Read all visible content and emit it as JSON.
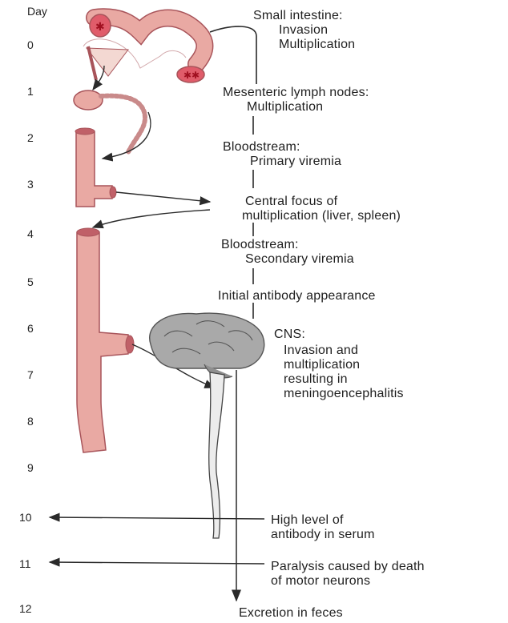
{
  "day_header": "Day",
  "days": [
    "0",
    "1",
    "2",
    "3",
    "4",
    "5",
    "6",
    "7",
    "8",
    "9",
    "10",
    "11",
    "12"
  ],
  "stages": {
    "small_intestine": {
      "title": "Small intestine:",
      "line1": "Invasion",
      "line2": "Multiplication"
    },
    "lymph_nodes": {
      "title": "Mesenteric lymph nodes:",
      "line1": "Multiplication"
    },
    "bloodstream1": {
      "title": "Bloodstream:",
      "line1": "Primary viremia"
    },
    "central_focus": {
      "line1": "Central focus of",
      "line2": "multiplication (liver, spleen)"
    },
    "bloodstream2": {
      "title": "Bloodstream:",
      "line1": "Secondary viremia"
    },
    "antibody": {
      "line1": "Initial antibody appearance"
    },
    "cns": {
      "title": "CNS:",
      "line1": "Invasion and",
      "line2": "multiplication",
      "line3": "resulting in",
      "line4": "meningoencephalitis"
    },
    "high_level": {
      "line1": "High level of",
      "line2": "antibody in serum"
    },
    "paralysis": {
      "line1": "Paralysis caused by death",
      "line2": "of motor neurons"
    },
    "excretion": {
      "line1": "Excretion in feces"
    }
  },
  "colors": {
    "tissue": "#e9a9a3",
    "tissue_edge": "#a8545a",
    "brain": "#a9a9a9",
    "cord": "#ececec",
    "line": "#2a2a2a"
  }
}
